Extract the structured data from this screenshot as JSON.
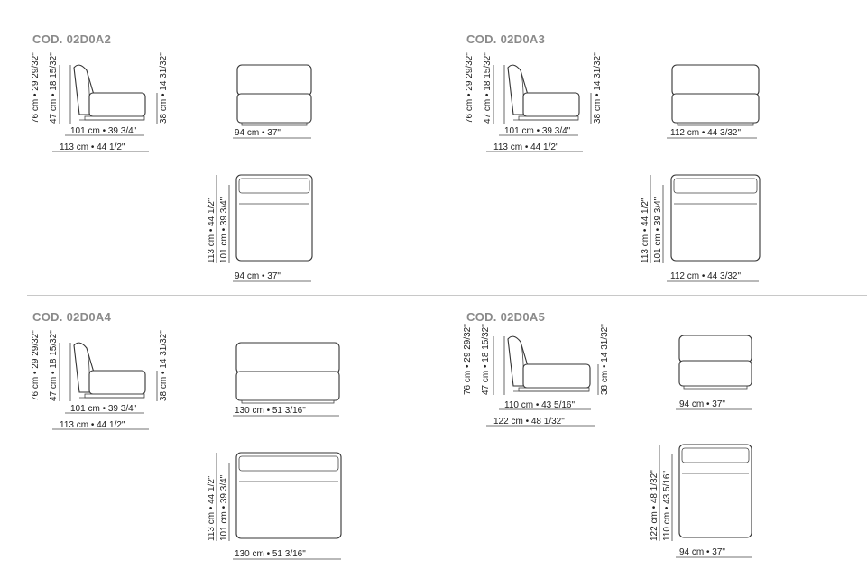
{
  "panels": [
    {
      "code": "COD. 02D0A2",
      "side": {
        "height_total": "76 cm • 29 29/32\"",
        "height_seat": "47 cm • 18 15/32\"",
        "height_right": "38 cm • 14 31/32\"",
        "depth_seat": "101 cm • 39 3/4\"",
        "depth_total": "113 cm • 44 1/2\""
      },
      "front_width": "94 cm • 37\"",
      "top": {
        "depth_total": "113 cm • 44 1/2\"",
        "depth_seat": "101 cm • 39 3/4\"",
        "width": "94 cm • 37\""
      }
    },
    {
      "code": "COD. 02D0A3",
      "side": {
        "height_total": "76 cm • 29 29/32\"",
        "height_seat": "47 cm • 18 15/32\"",
        "height_right": "38 cm • 14 31/32\"",
        "depth_seat": "101 cm • 39 3/4\"",
        "depth_total": "113 cm • 44 1/2\""
      },
      "front_width": "112 cm • 44 3/32\"",
      "top": {
        "depth_total": "113 cm • 44 1/2\"",
        "depth_seat": "101 cm • 39 3/4\"",
        "width": "112 cm • 44 3/32\""
      }
    },
    {
      "code": "COD. 02D0A4",
      "side": {
        "height_total": "76 cm • 29 29/32\"",
        "height_seat": "47 cm • 18 15/32\"",
        "height_right": "38 cm • 14 31/32\"",
        "depth_seat": "101 cm • 39 3/4\"",
        "depth_total": "113 cm • 44 1/2\""
      },
      "front_width": "130 cm • 51 3/16\"",
      "top": {
        "depth_total": "113 cm • 44 1/2\"",
        "depth_seat": "101 cm • 39 3/4\"",
        "width": "130 cm • 51 3/16\""
      }
    },
    {
      "code": "COD. 02D0A5",
      "side": {
        "height_total": "76 cm • 29 29/32\"",
        "height_seat": "47 cm • 18 15/32\"",
        "height_right": "38 cm • 14 31/32\"",
        "depth_seat": "110 cm • 43 5/16\"",
        "depth_total": "122 cm • 48 1/32\""
      },
      "front_width": "94 cm • 37\"",
      "top": {
        "depth_total": "122 cm • 48 1/32\"",
        "depth_seat": "110 cm • 43 5/16\"",
        "width": "94 cm • 37\""
      }
    }
  ],
  "colors": {
    "title": "#8a8a8a",
    "line": "#444444",
    "divider": "#c8c8c8"
  }
}
